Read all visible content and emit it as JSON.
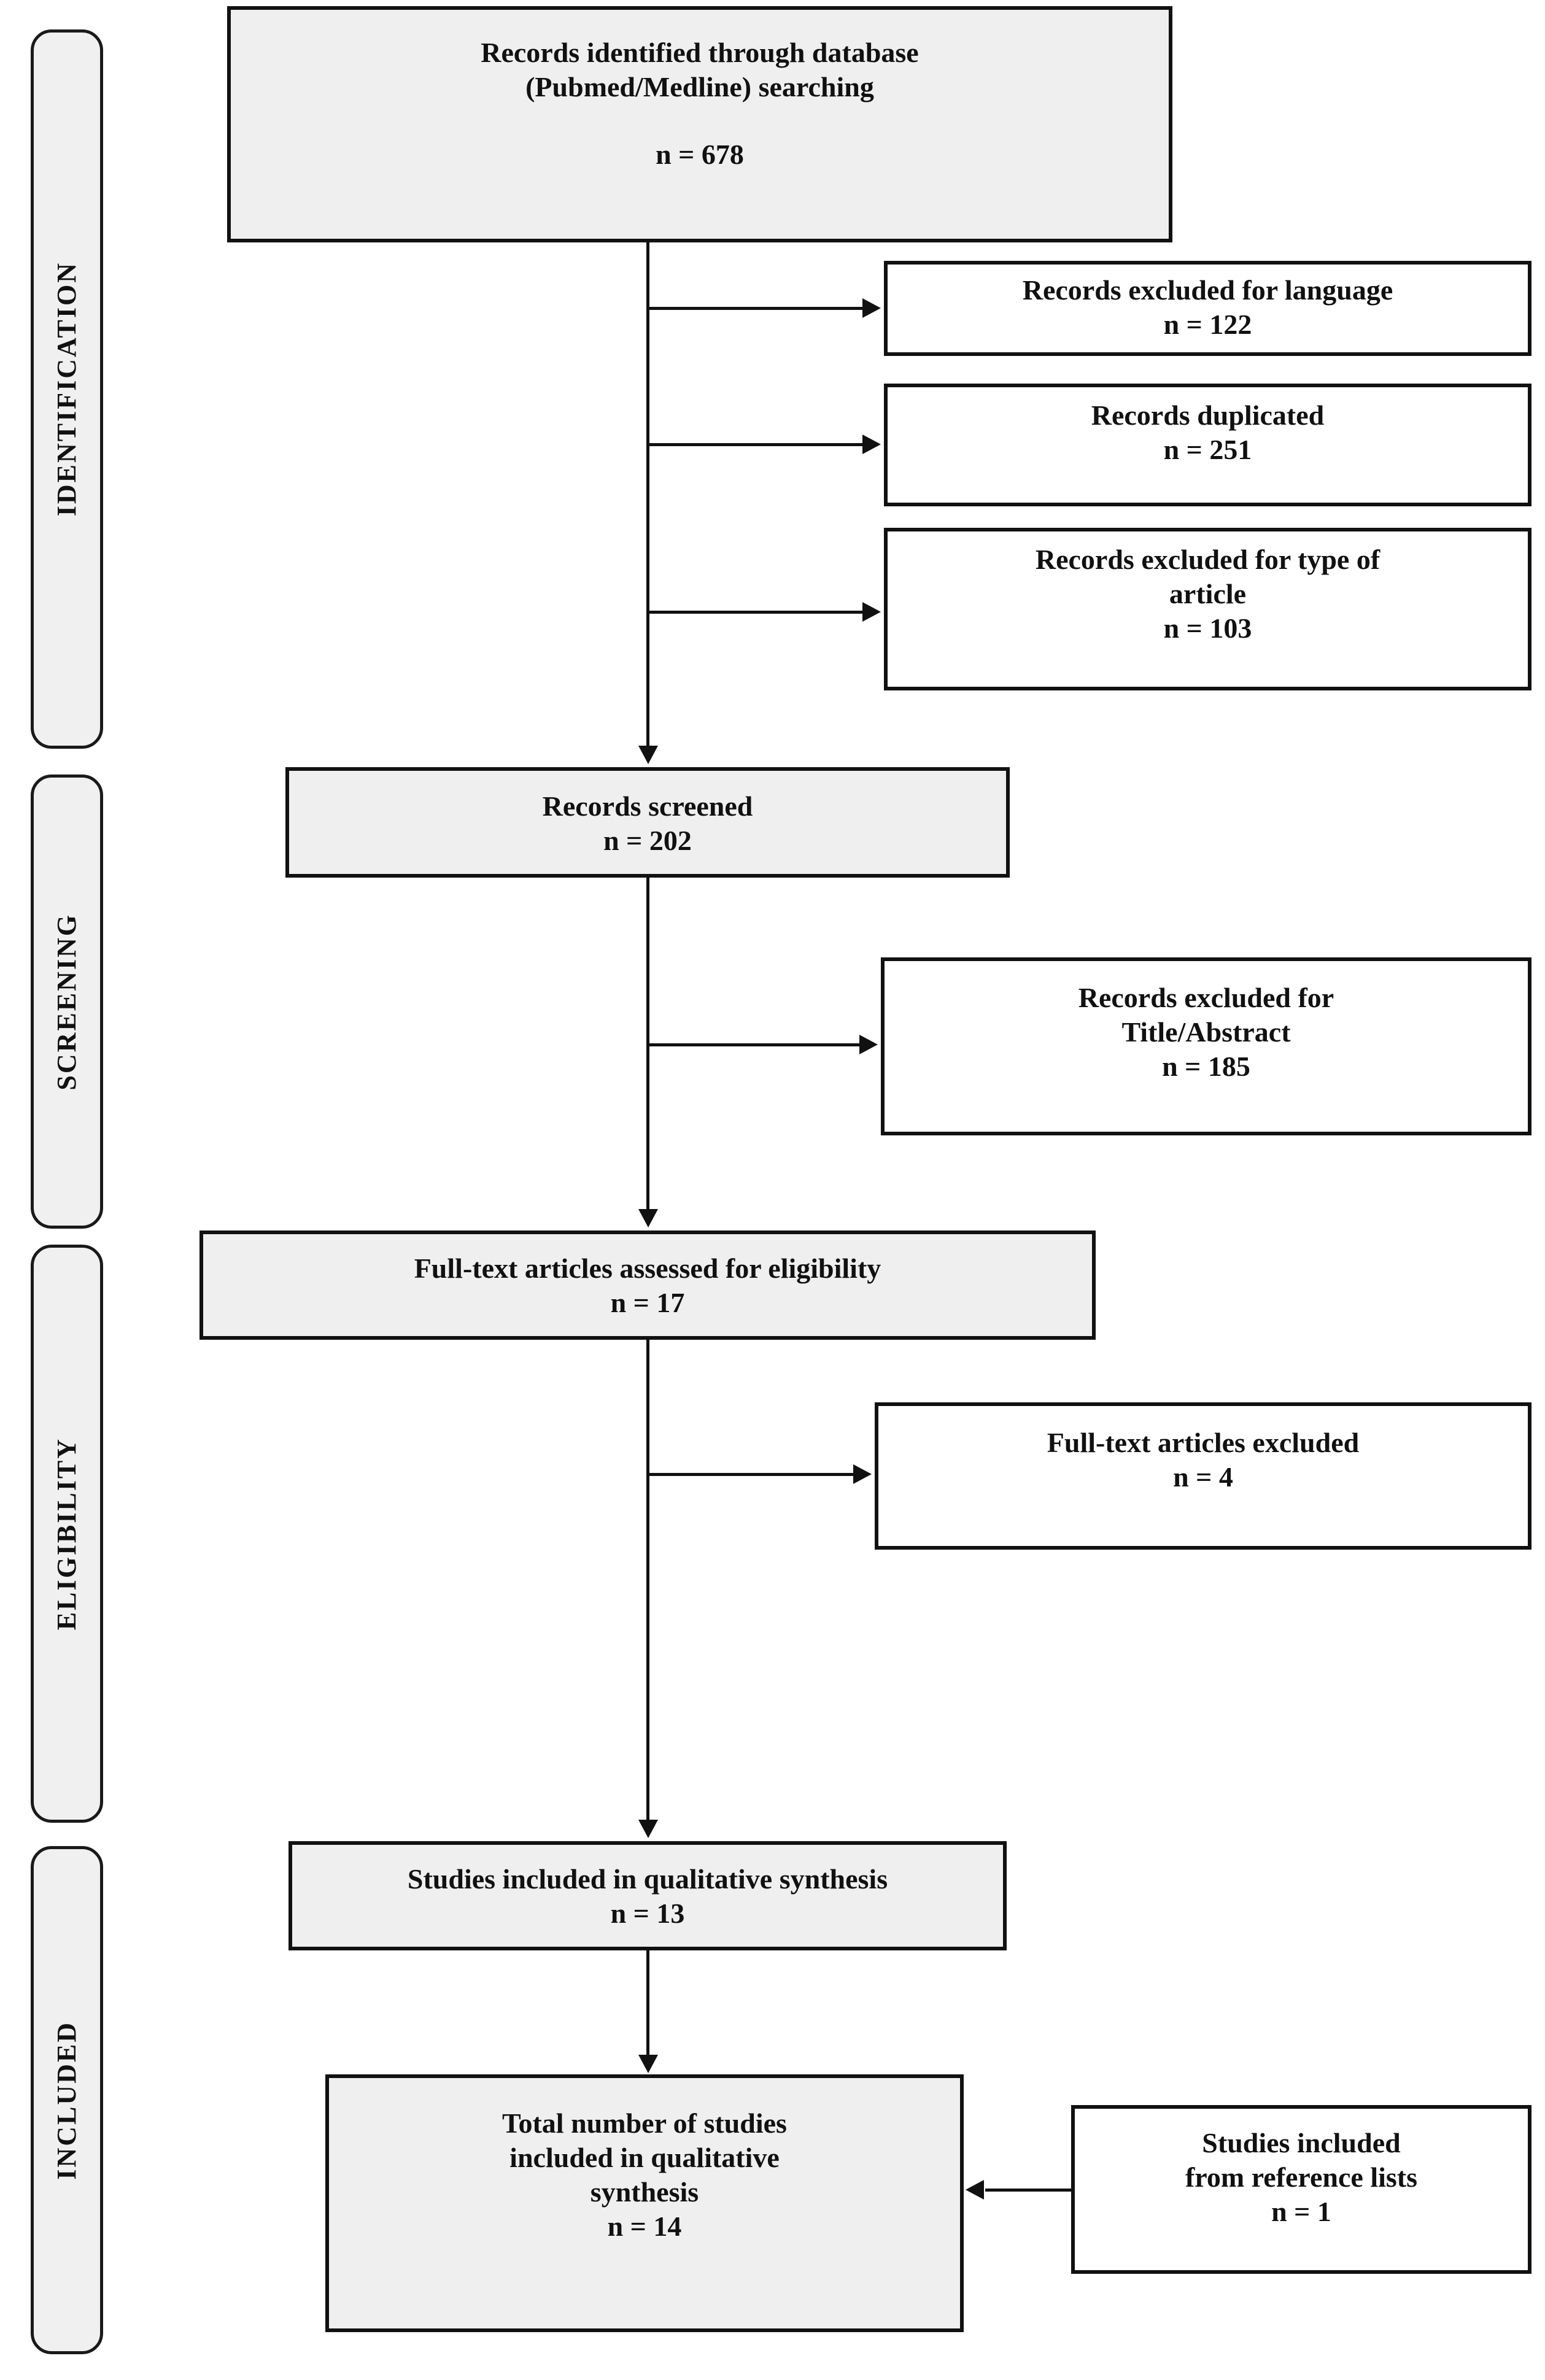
{
  "diagram": {
    "type": "prisma-flow-diagram",
    "phases": [
      {
        "id": "identification",
        "label": "IDENTIFICATION"
      },
      {
        "id": "screening",
        "label": "SCREENING"
      },
      {
        "id": "eligibility",
        "label": "ELIGIBILITY"
      },
      {
        "id": "included",
        "label": "INCLUDED"
      }
    ],
    "main_boxes": [
      {
        "id": "records-identified",
        "text": "Records identified through database\n(Pubmed/Medline) searching",
        "count": "n = 678"
      },
      {
        "id": "records-screened",
        "text": "Records screened",
        "count": "n = 202"
      },
      {
        "id": "fulltext-assessed",
        "text": "Full-text articles assessed for eligibility",
        "count": "n = 17"
      },
      {
        "id": "studies-included-qualitative",
        "text": "Studies included in qualitative synthesis",
        "count": "n = 13"
      },
      {
        "id": "total-studies-included",
        "text": "Total number of studies\nincluded in qualitative\nsynthesis",
        "count": "n = 14"
      }
    ],
    "side_boxes": [
      {
        "id": "excluded-language",
        "text": "Records excluded for language",
        "count": "n = 122"
      },
      {
        "id": "records-duplicated",
        "text": "Records duplicated",
        "count": "n = 251"
      },
      {
        "id": "excluded-type-of-article",
        "text": "Records excluded for type of\narticle",
        "count": "n = 103"
      },
      {
        "id": "excluded-title-abstract",
        "text": "Records excluded for\nTitle/Abstract",
        "count": "n = 185"
      },
      {
        "id": "fulltext-excluded",
        "text": "Full-text articles excluded",
        "count": "n = 4"
      },
      {
        "id": "studies-from-reference-lists",
        "text": "Studies included\nfrom reference lists",
        "count": "n = 1"
      }
    ],
    "colors": {
      "box_fill_shaded": "#efefef",
      "box_fill_plain": "#ffffff",
      "stroke": "#111111",
      "pill_fill": "#f0f0f0",
      "background": "#ffffff"
    }
  }
}
